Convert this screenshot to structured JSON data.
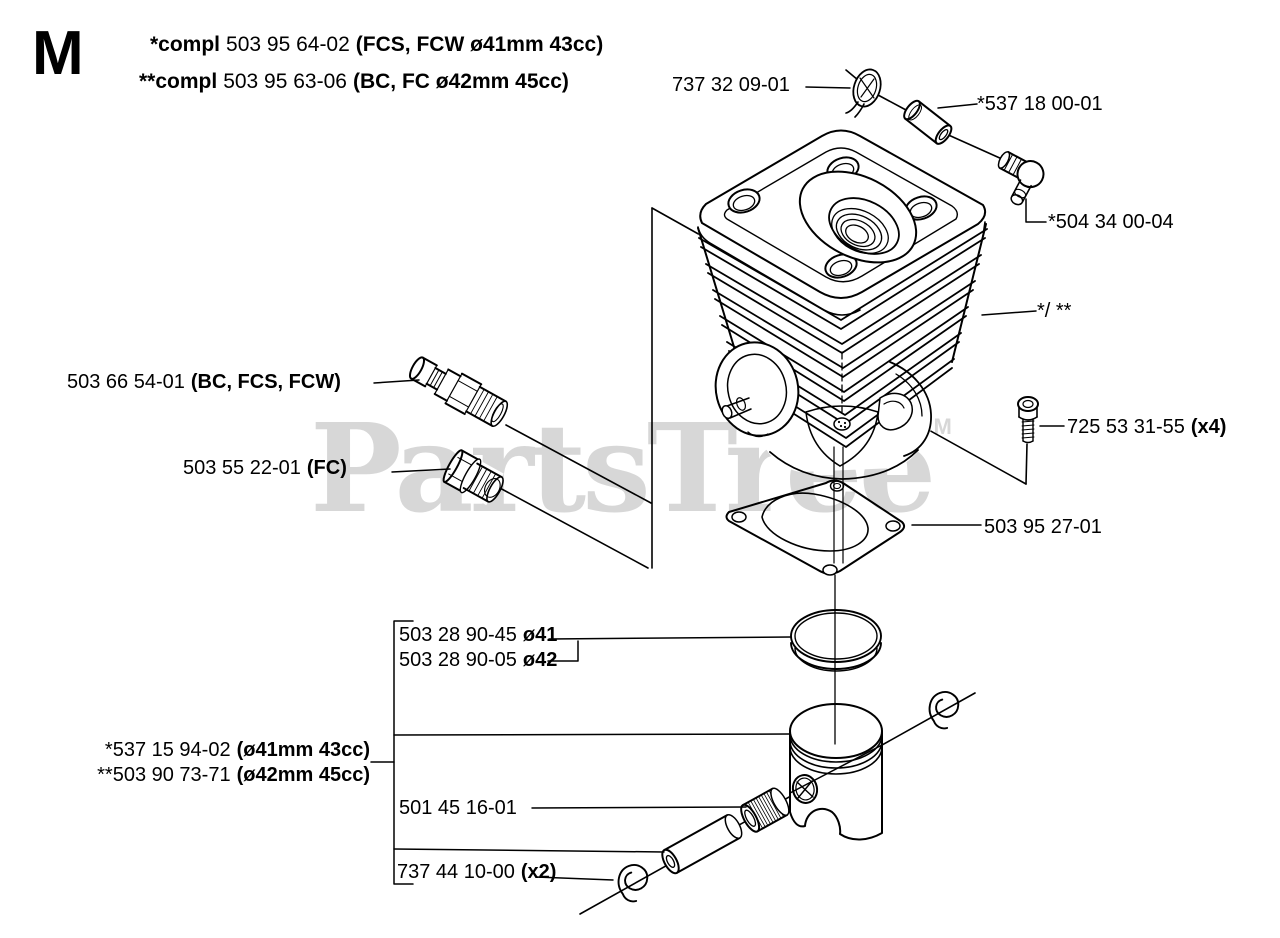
{
  "header": {
    "section_letter": "M",
    "assembly1": {
      "prefix": "*compl",
      "number": "503 95 64-02",
      "qualifier": "(FCS, FCW ø41mm 43cc)"
    },
    "assembly2": {
      "prefix": "**compl",
      "number": "503 95 63-06",
      "qualifier": "(BC, FC ø42mm 45cc)"
    }
  },
  "labels": {
    "clip_top": {
      "number": "737 32 09-01"
    },
    "spacer": {
      "number": "*537 18 00-01"
    },
    "valve_elbow": {
      "number": "*504 34 00-04"
    },
    "cylinder": {
      "number": "*/ **"
    },
    "decomp_valve": {
      "number": "503 66 54-01",
      "qualifier": "(BC, FCS, FCW)"
    },
    "plug": {
      "number": "503 55 22-01",
      "qualifier": "(FC)"
    },
    "screw": {
      "number": "725 53 31-55",
      "qualifier": "(x4)"
    },
    "gasket": {
      "number": "503 95 27-01"
    },
    "ring_41": {
      "number": "503 28 90-45",
      "qualifier": "ø41"
    },
    "ring_42": {
      "number": "503 28 90-05",
      "qualifier": "ø42"
    },
    "piston_41": {
      "number": "*537 15 94-02",
      "qualifier": "(ø41mm 43cc)"
    },
    "piston_42": {
      "number": "**503 90 73-71",
      "qualifier": "(ø42mm 45cc)"
    },
    "bearing": {
      "number": "501 45 16-01"
    },
    "clips": {
      "number": "737 44 10-00",
      "qualifier": "(x2)"
    }
  },
  "watermark": {
    "text": "PartsTree",
    "tm": "TM",
    "color": "#d7d7d7"
  },
  "colors": {
    "line": "#000000",
    "background": "#ffffff"
  }
}
